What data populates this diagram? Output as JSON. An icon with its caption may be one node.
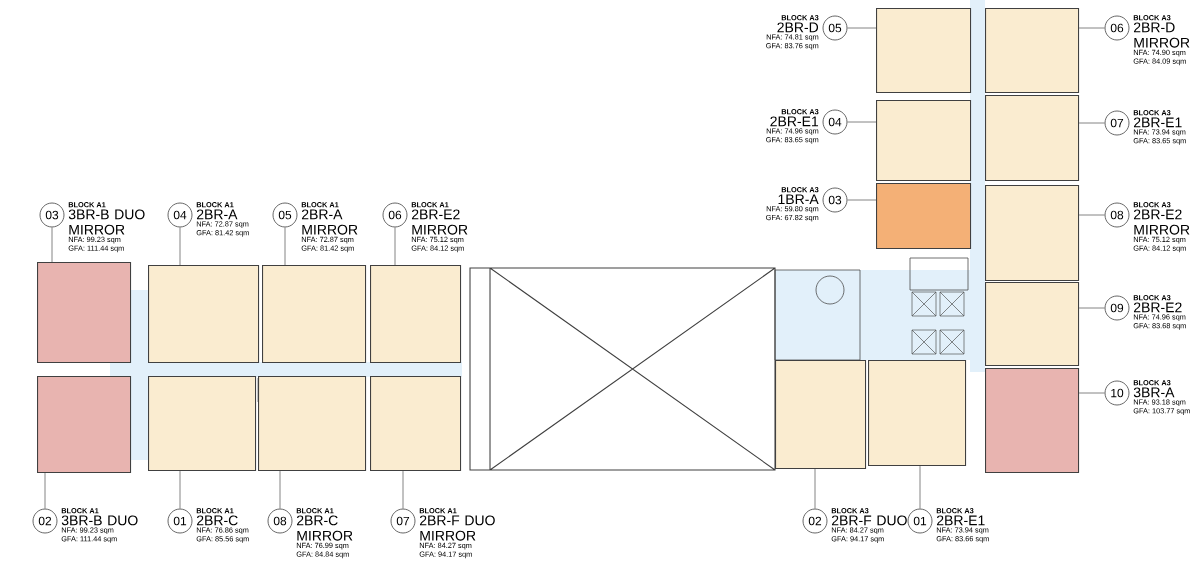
{
  "diagram": {
    "nodes": [
      {
        "text": [
          "03"
        ],
        "beside": [
          "BLOCK A1",
          "3BR-B DUO MIRROR",
          "NFA: 99.23 sqm",
          "GFA: 111.44 sqm"
        ]
      },
      {
        "text": [],
        "shape": "box"
      },
      {
        "text": [
          "04"
        ],
        "beside": [
          "BLOCK A1",
          "2BR-A",
          "NFA: 72.87 sqm",
          "GFA: 81.42 sqm"
        ]
      },
      {
        "text": [],
        "shape": "box"
      },
      {
        "text": [
          "05"
        ],
        "beside": [
          "BLOCK A1",
          "2BR-A MIRROR",
          "NFA: 72.87 sqm",
          "GFA: 81.42 sqm"
        ]
      },
      {
        "text": [],
        "shape": "box"
      },
      {
        "text": [
          "06"
        ],
        "beside": [
          "BLOCK A1",
          "2BR-E2 MIRROR",
          "NFA: 75.12 sqm",
          "GFA: 84.12 sqm"
        ]
      },
      {
        "text": [],
        "shape": "box"
      },
      {
        "text": [
          "02"
        ],
        "beside": [
          "BLOCK A1",
          "3BR-B DUO",
          "NFA: 99.23 sqm",
          "GFA: 111.44 sqm"
        ]
      },
      {
        "text": [],
        "shape": "box"
      },
      {
        "text": [
          "01"
        ],
        "beside": [
          "BLOCK A1",
          "2BR-C",
          "NFA: 76.86 sqm",
          "GFA: 85.56 sqm"
        ]
      },
      {
        "text": [],
        "shape": "box"
      },
      {
        "text": [
          "08"
        ],
        "beside": [
          "BLOCK A1",
          "2BR-C MIRROR",
          "NFA: 76.99 sqm",
          "GFA: 84.84 sqm"
        ]
      },
      {
        "text": [],
        "shape": "box"
      },
      {
        "text": [
          "07"
        ],
        "beside": [
          "BLOCK A1",
          "2BR-F DUO MIRROR",
          "NFA: 84.27 sqm",
          "GFA: 94.17 sqm"
        ]
      },
      {
        "text": [],
        "shape": "box"
      },
      {
        "text": [
          "05"
        ],
        "beside": [
          "BLOCK A3",
          "2BR-D",
          "NFA: 74.81 sqm",
          "GFA: 83.76 sqm"
        ]
      },
      {
        "text": [],
        "shape": "box"
      },
      {
        "text": [
          "06"
        ],
        "beside": [
          "BLOCK A3",
          "2BR-D MIRROR",
          "NFA: 74.90 sqm",
          "GFA: 84.09 sqm"
        ]
      },
      {
        "text": [],
        "shape": "box"
      },
      {
        "text": [
          "04"
        ],
        "beside": [
          "BLOCK A3",
          "2BR-E1",
          "NFA: 74.96 sqm",
          "GFA: 83.65 sqm"
        ]
      },
      {
        "text": [],
        "shape": "box"
      },
      {
        "text": [
          "07"
        ],
        "beside": [
          "BLOCK A3",
          "2BR-E1",
          "NFA: 73.94 sqm",
          "GFA: 83.65 sqm"
        ]
      },
      {
        "text": [],
        "shape": "box"
      },
      {
        "text": [
          "03"
        ],
        "beside": [
          "BLOCK A3",
          "1BR-A",
          "NFA: 59.80 sqm",
          "GFA: 67.82 sqm"
        ]
      },
      {
        "text": [],
        "shape": "box"
      },
      {
        "text": [
          "08"
        ],
        "beside": [
          "BLOCK A3",
          "2BR-E2 MIRROR",
          "NFA: 75.12 sqm",
          "GFA: 84.12 sqm"
        ]
      },
      {
        "text": [],
        "shape": "box"
      },
      {
        "text": [
          "09"
        ],
        "beside": [
          "BLOCK A3",
          "2BR-E2",
          "NFA: 74.96 sqm",
          "GFA: 83.68 sqm"
        ]
      },
      {
        "text": [],
        "shape": "box"
      },
      {
        "text": [
          "10"
        ],
        "beside": [
          "BLOCK A3",
          "3BR-A",
          "NFA: 93.18 sqm",
          "GFA: 103.77 sqm"
        ]
      },
      {
        "text": [],
        "shape": "box"
      },
      {
        "text": [
          "02"
        ],
        "beside": [
          "BLOCK A3",
          "2BR-F DUO",
          "NFA: 84.27 sqm",
          "GFA: 94.17 sqm"
        ]
      },
      {
        "text": [],
        "shape": "box"
      },
      {
        "text": [
          "01"
        ],
        "beside": [
          "BLOCK A3",
          "2BR-E1",
          "NFA: 73.94 sqm",
          "GFA: 83.66 sqm"
        ]
      },
      {
        "text": [],
        "shape": "box"
      }
    ],
    "edges": [
      {
        "from": 0,
        "to": 1,
        "arrow": "none"
      },
      {
        "from": 2,
        "to": 3,
        "arrow": "none"
      },
      {
        "from": 4,
        "to": 5,
        "arrow": "none"
      },
      {
        "from": 6,
        "to": 7,
        "arrow": "none"
      },
      {
        "from": 8,
        "to": 9,
        "arrow": "none"
      },
      {
        "from": 10,
        "to": 11,
        "arrow": "none"
      },
      {
        "from": 12,
        "to": 13,
        "arrow": "none"
      },
      {
        "from": 14,
        "to": 15,
        "arrow": "none"
      },
      {
        "from": 16,
        "to": 17,
        "arrow": "none"
      },
      {
        "from": 18,
        "to": 19,
        "arrow": "none"
      },
      {
        "from": 20,
        "to": 21,
        "arrow": "none"
      },
      {
        "from": 22,
        "to": 23,
        "arrow": "none"
      },
      {
        "from": 24,
        "to": 25,
        "arrow": "none"
      },
      {
        "from": 26,
        "to": 27,
        "arrow": "none"
      },
      {
        "from": 28,
        "to": 29,
        "arrow": "none"
      },
      {
        "from": 30,
        "to": 31,
        "arrow": "none"
      },
      {
        "from": 32,
        "to": 33,
        "arrow": "none"
      },
      {
        "from": 34,
        "to": 35,
        "arrow": "none"
      }
    ]
  }
}
